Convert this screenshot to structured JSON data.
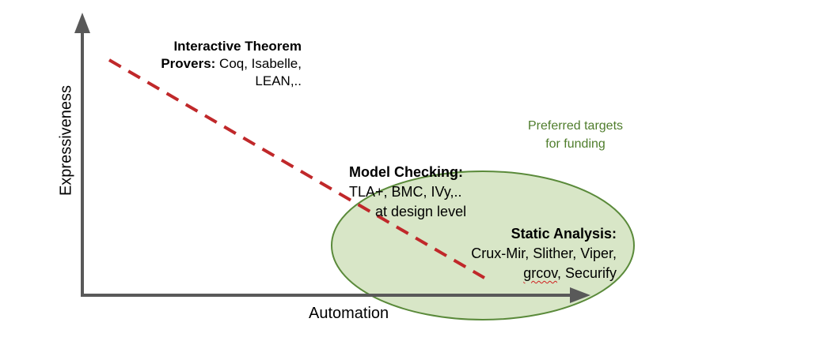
{
  "axes": {
    "y_label": "Expressiveness",
    "x_label": "Automation"
  },
  "interactive_theorem_provers": {
    "line1": "Interactive Theorem",
    "line2_bold": "Provers:",
    "line2_rest": " Coq, Isabelle,",
    "line3": "LEAN,.."
  },
  "model_checking": {
    "title": "Model Checking:",
    "line1": "TLA+, BMC, IVy,..",
    "line2": "at design level"
  },
  "static_analysis": {
    "title": "Static Analysis:",
    "line1": "Crux-Mir, Slither, Viper,",
    "line2_underlined": "grcov",
    "line2_rest": ", Securify"
  },
  "preferred": {
    "line1": "Preferred targets",
    "line2": "for funding"
  },
  "colors": {
    "axis": "#595959",
    "trend_line": "#c0282a",
    "ellipse_fill": "#d8e6c7",
    "ellipse_stroke": "#5a8a3a",
    "preferred_text": "#4f7d2c"
  }
}
